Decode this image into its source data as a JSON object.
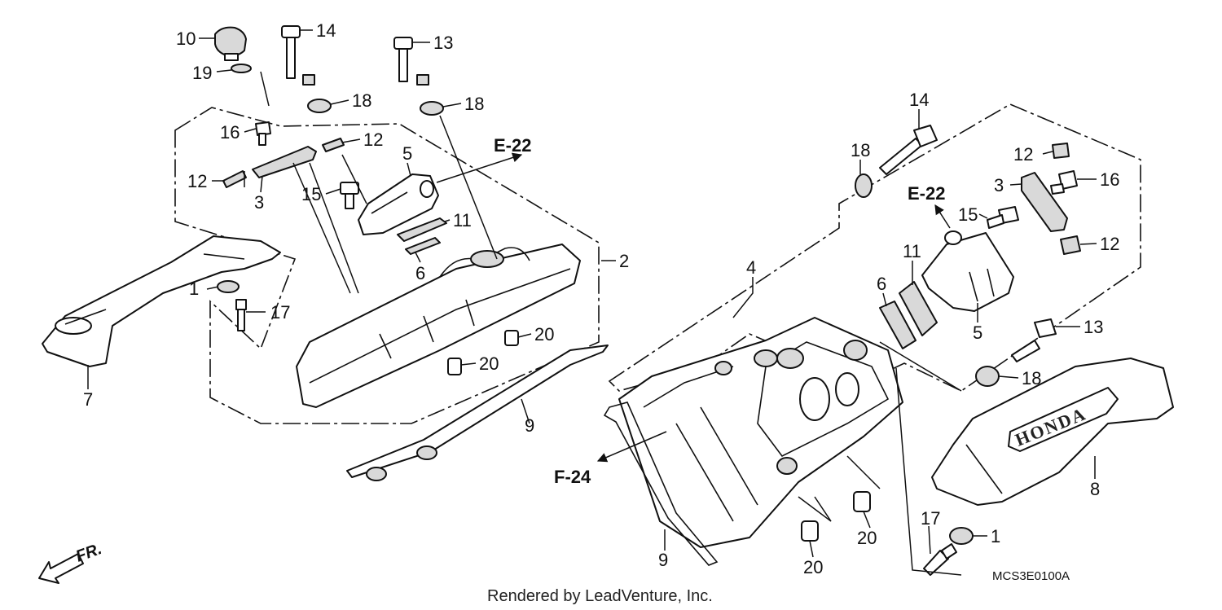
{
  "callouts": {
    "c10": "10",
    "c14": "14",
    "c13": "13",
    "c19": "19",
    "c18a": "18",
    "c18b": "18",
    "c16": "16",
    "c12a": "12",
    "c12b": "12",
    "c5": "5",
    "c3": "3",
    "c15": "15",
    "c11": "11",
    "c6": "6",
    "c2": "2",
    "c1": "1",
    "c17": "17",
    "c20a": "20",
    "c20b": "20",
    "c7": "7",
    "c9": "9",
    "r14": "14",
    "r18a": "18",
    "r12a": "12",
    "r3": "3",
    "r16": "16",
    "r15": "15",
    "r12b": "12",
    "r11": "11",
    "r6": "6",
    "r4": "4",
    "r5": "5",
    "r13": "13",
    "r18b": "18",
    "r8": "8",
    "r9": "9",
    "r20a": "20",
    "r20b": "20",
    "r17": "17",
    "r1": "1"
  },
  "references": {
    "e22_top": "E-22",
    "e22_right": "E-22",
    "f24": "F-24"
  },
  "brand_text": "HONDA",
  "front_marker": "FR.",
  "diagram_code": "MCS3E0100A",
  "credit": "Rendered by LeadVenture, Inc."
}
